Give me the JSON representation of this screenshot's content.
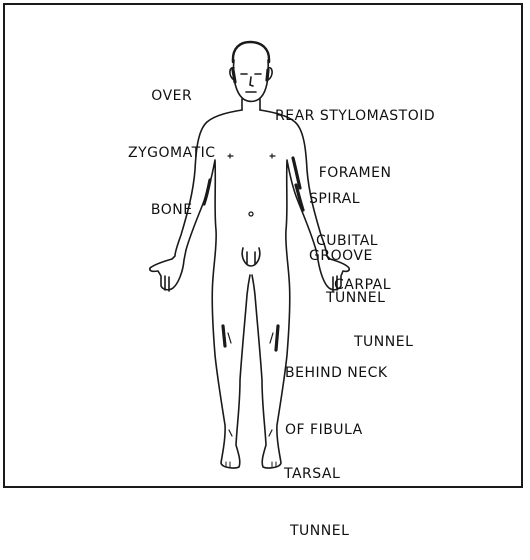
{
  "labels": {
    "zygomatic": [
      "OVER",
      "ZYGOMATIC",
      "BONE"
    ],
    "stylomastoid": [
      "REAR STYLOMASTOID",
      "FORAMEN"
    ],
    "spiral": [
      "SPIRAL",
      "GROOVE"
    ],
    "cubital": [
      "CUBITAL",
      "TUNNEL"
    ],
    "carpal": [
      "CARPAL",
      "TUNNEL"
    ],
    "fibula": [
      "BEHIND NECK",
      "OF FIBULA"
    ],
    "tarsal": [
      "TARSAL",
      "TUNNEL"
    ]
  },
  "colors": {
    "ink": "#1a1a1a",
    "background": "#ffffff"
  }
}
